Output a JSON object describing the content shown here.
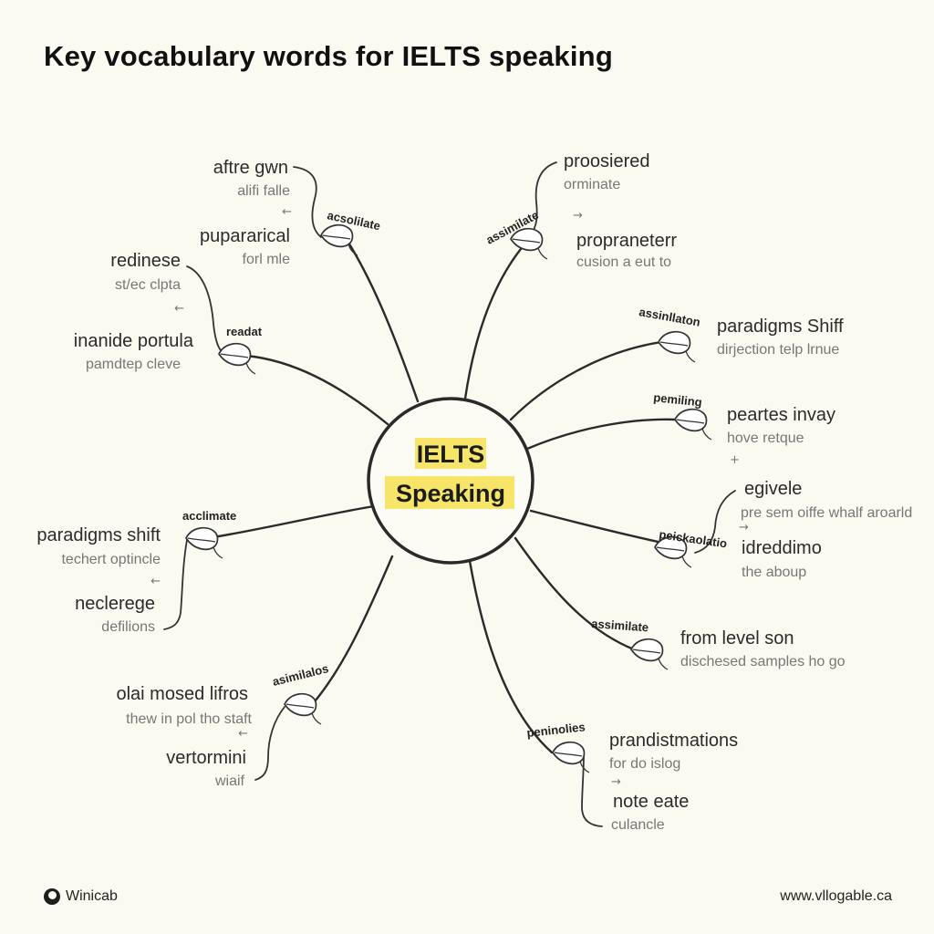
{
  "title": "Key vocabulary words for IELTS speaking",
  "hub": {
    "line1": "IELTS",
    "line2": "Speaking",
    "highlight": "#f7e56a"
  },
  "branches": {
    "b1": {
      "tag": "acsolilate",
      "word1": "aftre gwn",
      "def1": "alifi falle",
      "arrow": "←",
      "word2": "pupararical",
      "def2": "forl mle"
    },
    "b2": {
      "tag": "readat",
      "word1": "redinese",
      "def1": "st/ec clpta",
      "arrow": "←",
      "word2": "inanide portula",
      "def2": "pamdtep cleve"
    },
    "b3": {
      "tag": "acclimate",
      "word1": "paradigms shift",
      "def1": "techert optincle",
      "arrow": "←",
      "word2": "neclerege",
      "def2": "defilions"
    },
    "b4": {
      "tag": "asimilalos",
      "word1": "olai mosed lifros",
      "def1": "thew in pol tho staft",
      "arrow": "←",
      "word2": "vertormini",
      "def2": "wiaif"
    },
    "b5": {
      "tag": "assimilate",
      "word1": "proosiered",
      "def1": "orminate",
      "arrow": "→",
      "word2": "propraneterr",
      "def2": "cusion a eut to"
    },
    "b6": {
      "tag": "assinllaton",
      "word1": "paradigms Shiff",
      "def1": "dirjection telp lrnue"
    },
    "b7": {
      "tag": "pemiling",
      "word1": "peartes invay",
      "def1": "hove retque",
      "mark": "+"
    },
    "b8": {
      "tag": "peickaolatio",
      "word1": "egivele",
      "def1": "pre sem oiffe whalf aroarld",
      "arrow": "→",
      "word2": "idreddimo",
      "def2": "the aboup"
    },
    "b9": {
      "tag": "assimilate",
      "word1": "from level son",
      "def1": "dischesed samples ho go"
    },
    "b10": {
      "tag": "peninolies",
      "word1": "prandistmations",
      "def1": "for do islog",
      "arrow": "→",
      "word2": "note eate",
      "def2": "culancle"
    }
  },
  "footer": {
    "brand": "Winicab",
    "url": "www.vllogable.ca"
  }
}
